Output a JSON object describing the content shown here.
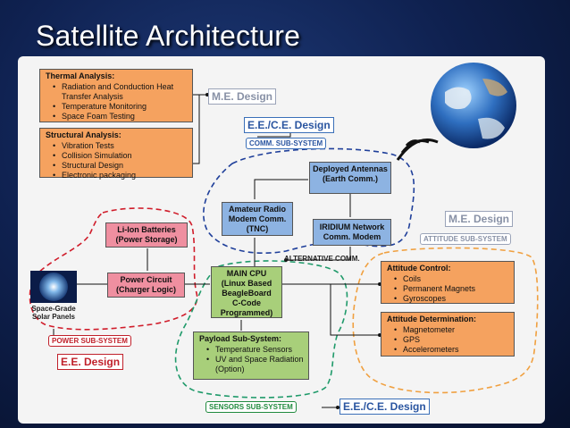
{
  "title": "Satellite Architecture",
  "thermal": {
    "heading": "Thermal Analysis:",
    "items": [
      "Radiation and Conduction Heat Transfer Analysis",
      "Temperature Monitoring",
      "Space Foam Testing"
    ]
  },
  "structural": {
    "heading": "Structural Analysis:",
    "items": [
      "Vibration Tests",
      "Collision Simulation",
      "Structural Design",
      "Electronic packaging"
    ]
  },
  "labels": {
    "me_design_top": "M.E. Design",
    "eece_design_top": "E.E./C.E. Design",
    "comm_subsystem": "COMM. SUB-SYSTEM",
    "me_design_right": "M.E. Design",
    "attitude_subsystem": "ATTITUDE SUB-SYSTEM",
    "power_subsystem": "POWER SUB-SYSTEM",
    "ee_design": "E.E. Design",
    "sensors_subsystem": "SENSORS SUB-SYSTEM",
    "eece_design_bottom": "E.E./C.E. Design",
    "alternative_comm": "ALTERNATIVE COMM."
  },
  "boxes": {
    "antennas": "Deployed Antennas (Earth Comm.)",
    "amateur_radio": "Amateur Radio Modem Comm. (TNC)",
    "iridium": "IRIDIUM Network Comm. Modem",
    "batteries": "Li-Ion Batteries (Power Storage)",
    "power_circuit": "Power Circuit (Charger Logic)",
    "main_cpu": "MAIN CPU (Linux Based BeagleBoard C-Code Programmed)",
    "solar_panels": "Space-Grade Solar Panels"
  },
  "attitude_control": {
    "heading": "Attitude Control:",
    "items": [
      "Coils",
      "Permanent Magnets",
      "Gyroscopes"
    ]
  },
  "attitude_determination": {
    "heading": "Attitude Determination:",
    "items": [
      "Magnetometer",
      "GPS",
      "Accelerometers"
    ]
  },
  "payload": {
    "heading": "Payload Sub-System:",
    "items": [
      "Temperature Sensors",
      "UV and Space Radiation (Option)"
    ]
  },
  "colors": {
    "orange_box": "#f5a25f",
    "blue_box": "#8db3e2",
    "pink_box": "#ef8fa0",
    "green_box": "#a8cf7a",
    "comm_dash": "#1f3f9a",
    "power_dash": "#d01c2a",
    "sensors_dash": "#1f9a6a",
    "attitude_dash": "#f0a040"
  },
  "icons": [
    "earth-globe-icon",
    "signal-waves-icon",
    "solar-panel-icon"
  ]
}
